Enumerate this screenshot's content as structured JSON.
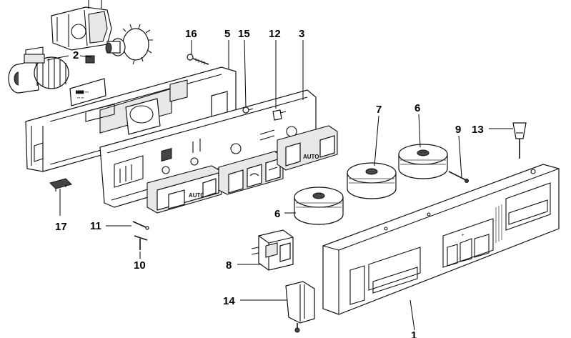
{
  "callouts": [
    {
      "id": "c1",
      "text": "1"
    },
    {
      "id": "c2",
      "text": "2"
    },
    {
      "id": "c3",
      "text": "3"
    },
    {
      "id": "c5",
      "text": "5"
    },
    {
      "id": "c6a",
      "text": "6"
    },
    {
      "id": "c6b",
      "text": "6"
    },
    {
      "id": "c7",
      "text": "7"
    },
    {
      "id": "c8",
      "text": "8"
    },
    {
      "id": "c9",
      "text": "9"
    },
    {
      "id": "c10",
      "text": "10"
    },
    {
      "id": "c11",
      "text": "11"
    },
    {
      "id": "c12",
      "text": "12"
    },
    {
      "id": "c13",
      "text": "13"
    },
    {
      "id": "c14",
      "text": "14"
    },
    {
      "id": "c15",
      "text": "15"
    },
    {
      "id": "c16",
      "text": "16"
    },
    {
      "id": "c17",
      "text": "17"
    }
  ],
  "button_labels": {
    "auto_left": "AUTO",
    "auto_right": "AUTO"
  },
  "icons": [
    "fan-symbol",
    "defrost-symbol",
    "recirculation-symbol"
  ]
}
